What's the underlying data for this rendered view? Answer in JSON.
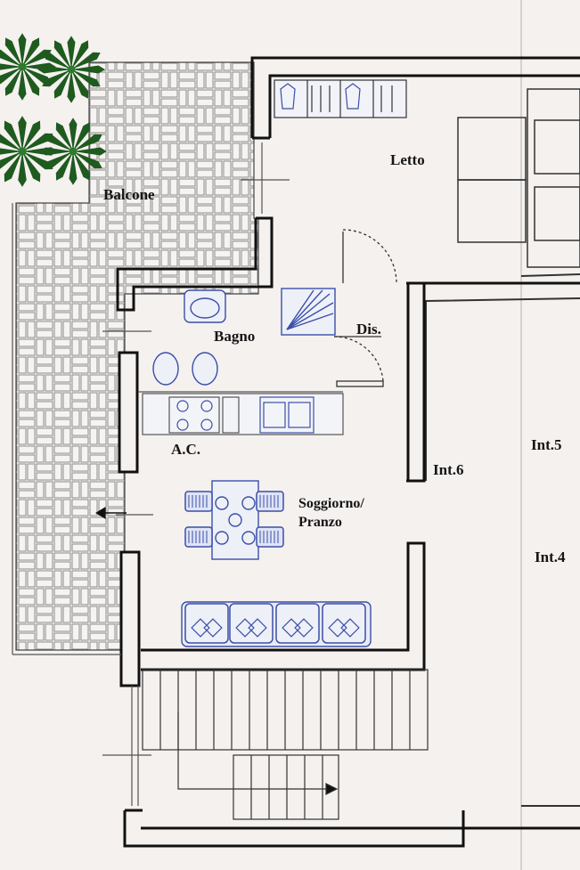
{
  "rooms": {
    "letto": "Letto",
    "balcone": "Balcone",
    "bagno": "Bagno",
    "dis": "Dis.",
    "ac": "A.C.",
    "soggiorno_line1": "Soggiorno/",
    "soggiorno_line2": "Pranzo"
  },
  "units": {
    "int6": "Int.6",
    "int5": "Int.5",
    "int4": "Int.4"
  },
  "colors": {
    "paper": "#f4f1ef",
    "wall": "#111111",
    "line": "#4a4a4a",
    "tile": "#8a8a8a",
    "furniture": "#3a4fa8",
    "plant": "#1f5a1f"
  }
}
